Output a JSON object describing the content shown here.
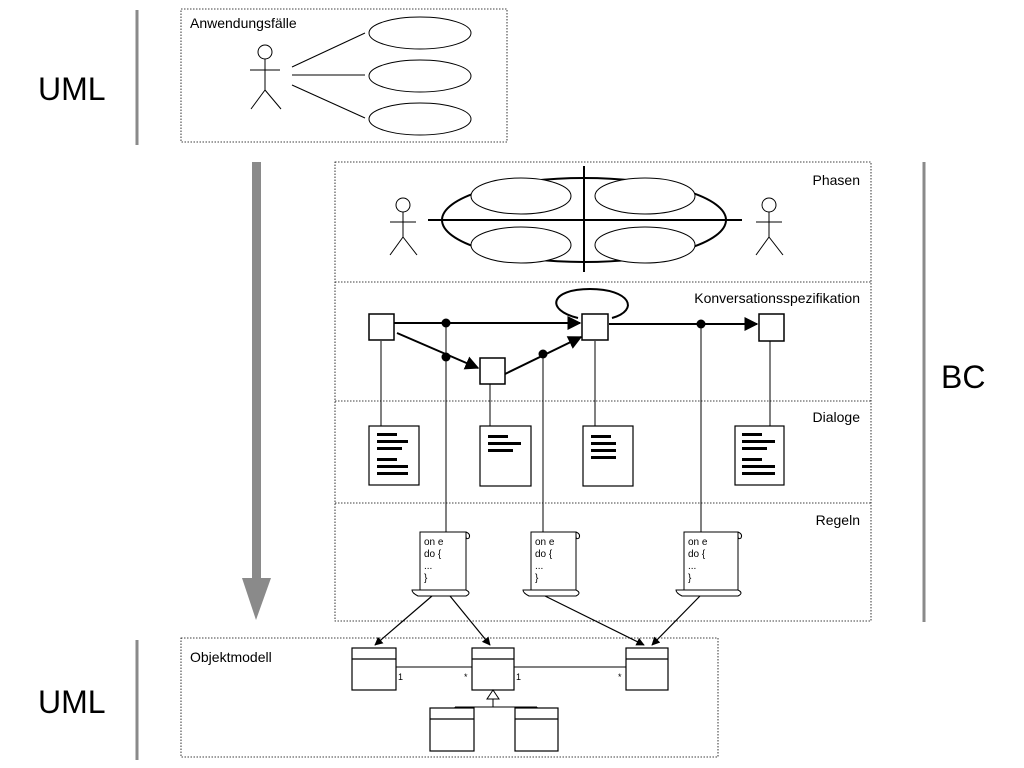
{
  "labels": {
    "uml_top": "UML",
    "uml_bottom": "UML",
    "bc": "BC"
  },
  "sections": {
    "anwendungsfaelle": "Anwendungsfälle",
    "phasen": "Phasen",
    "konversation": "Konversationsspezifikation",
    "dialoge": "Dialoge",
    "regeln": "Regeln",
    "objektmodell": "Objektmodell"
  },
  "rule_scroll": {
    "line1": "on e",
    "line2": "do {",
    "line3": "...",
    "line4": "}"
  },
  "multiplicities": {
    "m1": "1",
    "m2": "*",
    "m3": "1",
    "m4": "*"
  },
  "colors": {
    "gray_bar": "#8a8a8a",
    "line": "#000000"
  }
}
